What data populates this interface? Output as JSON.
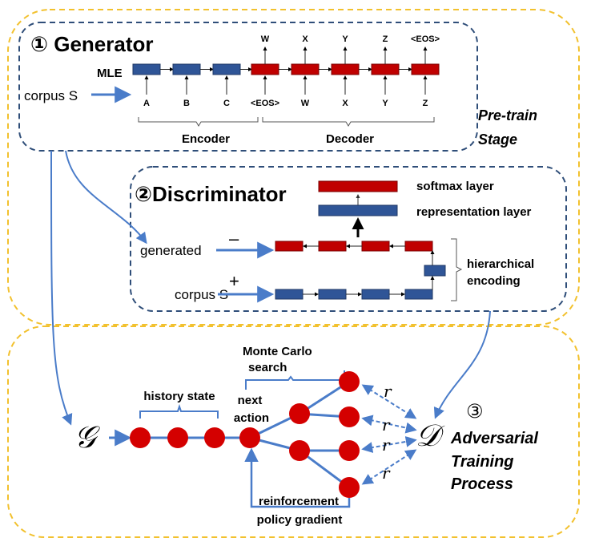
{
  "colors": {
    "stage_border": "#f2c12e",
    "panel_border": "#2f4e79",
    "encoder_block": "#2f5597",
    "decoder_block": "#c00000",
    "arrow": "#4a7cc9",
    "node": "#d40000",
    "text": "#000000"
  },
  "pretrain": {
    "label_line1": "Pre-train",
    "label_line2": "Stage"
  },
  "generator": {
    "title": "① Generator",
    "mle_label": "MLE",
    "corpus_label": "corpus S",
    "input_tokens": [
      "A",
      "B",
      "C",
      "<EOS>",
      "W",
      "X",
      "Y",
      "Z"
    ],
    "output_tokens": [
      "W",
      "X",
      "Y",
      "Z",
      "<EOS>"
    ],
    "encoder_label": "Encoder",
    "decoder_label": "Decoder"
  },
  "discriminator": {
    "title": "②Discriminator",
    "softmax_label": "softmax layer",
    "representation_label": "representation layer",
    "generated_label": "generated",
    "minus_sign": "–",
    "corpus_label": "corpus S",
    "plus_sign": "+",
    "hierarchical_line1": "hierarchical",
    "hierarchical_line2": "encoding"
  },
  "adversarial": {
    "g_symbol": "𝒢",
    "d_symbol": "𝒟",
    "number": "③",
    "title_line1": "Adversarial",
    "title_line2": "Training",
    "title_line3": "Process",
    "history_label": "history state",
    "next_line1": "next",
    "next_line2": "action",
    "monte_line1": "Monte Carlo",
    "monte_line2": "search",
    "reward_symbol": "r",
    "reinforce_line1": "reinforcement",
    "reinforce_line2": "policy gradient"
  }
}
